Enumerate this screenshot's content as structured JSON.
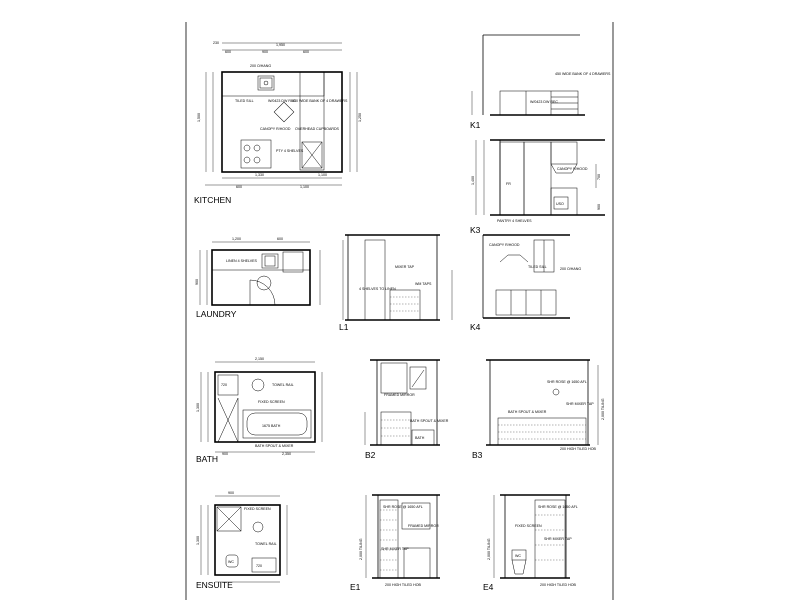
{
  "rooms": {
    "kitchen": "KITCHEN",
    "laundry": "LAUNDRY",
    "bath": "BATH",
    "ensuite": "ENSUITE"
  },
  "elevations": {
    "k1": "K1",
    "k3": "K3",
    "k4": "K4",
    "l1": "L1",
    "b2": "B2",
    "b3": "B3",
    "e1": "E1",
    "e4": "E4"
  },
  "annotations": {
    "overhang": "200 O/HANG",
    "tiled_sill": "TILED SILL",
    "wide_bank": "450 WIDE BANK OF 4 DRAWERS",
    "dw_rec": "W/0423 DW REC",
    "canopy": "CANOPY R/HOOD",
    "overhead": "OVERHEAD CUPBOARDS",
    "ptp_shelves": "PTY 4 SHELVES",
    "linen_shelves": "LINEN 4 SHELVES",
    "fixed_screen": "FIXED SCREEN",
    "towel_rail": "TOWEL RAIL",
    "bath_1675": "1675 BATH",
    "bath_spout": "BATH SPOUT & MIXER",
    "mixer_tap": "MIXER TAP",
    "wm_taps": "WM TAPS",
    "four_shelves_linen": "4 SHELVES TO LINEN",
    "framed_mirror": "FRAMED MIRROR",
    "shr_rose": "SHR ROSE @ 1650 AFL",
    "shr_mixer": "SHR MIXER TAP",
    "tiled_hob": "200 HIGH TILED HOB",
    "bath_tag": "BATH",
    "uso": "USO",
    "wc": "WC",
    "fr": "FR",
    "pantry_shelves": "PANTRY 4 SHELVES",
    "fixed_panel": "FIXED SCREEN"
  },
  "dimensions": {
    "k_1950": "1,950",
    "k_1250": "1,250",
    "k_1100": "1,100",
    "k_600": "600",
    "k_900": "900",
    "k_230": "230",
    "k_1500": "1,500",
    "k_1330": "1,330",
    "l_1200": "1,200",
    "l_900": "900",
    "l_600": "600",
    "b_2150": "2,150",
    "b_2350": "2,350",
    "b_720": "720",
    "b_900": "900",
    "b_1300": "1,300",
    "b_2000": "2,000 TILING",
    "e_1300": "1,300",
    "e_900": "900",
    "e_720": "720",
    "e_2000": "2,000 TILING",
    "k3_1400": "1,400",
    "k3_700": "700",
    "k3_900": "900"
  }
}
